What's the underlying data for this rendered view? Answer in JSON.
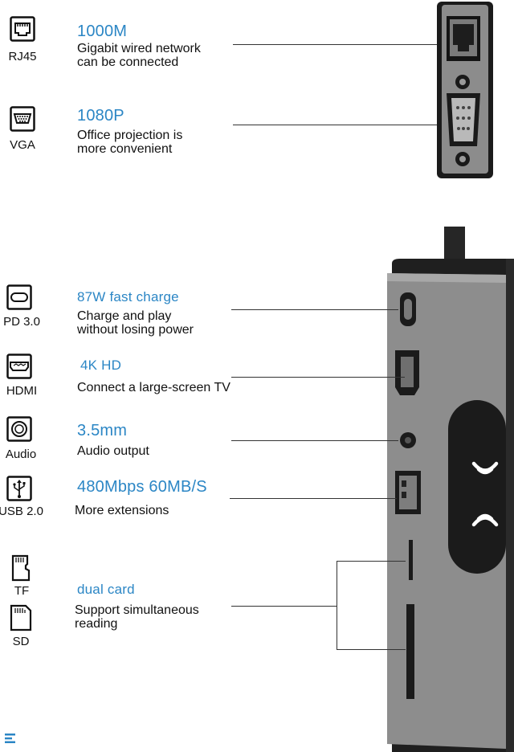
{
  "ports": [
    {
      "label": "RJ45",
      "title": "1000M",
      "desc": [
        "Gigabit wired network",
        "can be connected"
      ]
    },
    {
      "label": "VGA",
      "title": "1080P",
      "desc": [
        "Office projection is",
        "more convenient"
      ]
    },
    {
      "label": "PD 3.0",
      "title": "87W fast charge",
      "desc": [
        "Charge and play",
        "without losing power"
      ]
    },
    {
      "label": "HDMI",
      "title": "4K HD",
      "desc": [
        "Connect a large-screen TV"
      ]
    },
    {
      "label": "Audio",
      "title": "3.5mm",
      "desc": [
        "Audio output"
      ]
    },
    {
      "label": "USB 2.0",
      "title": "480Mbps  60MB/S",
      "desc": [
        "More extensions"
      ]
    },
    {
      "label": "TF",
      "title": "dual card",
      "desc": [
        "Support simultaneous",
        "reading"
      ]
    },
    {
      "label": "SD"
    }
  ],
  "colors": {
    "accent": "#2b86c5",
    "device": "#8c8c8c",
    "dark": "#1b1b1b"
  }
}
